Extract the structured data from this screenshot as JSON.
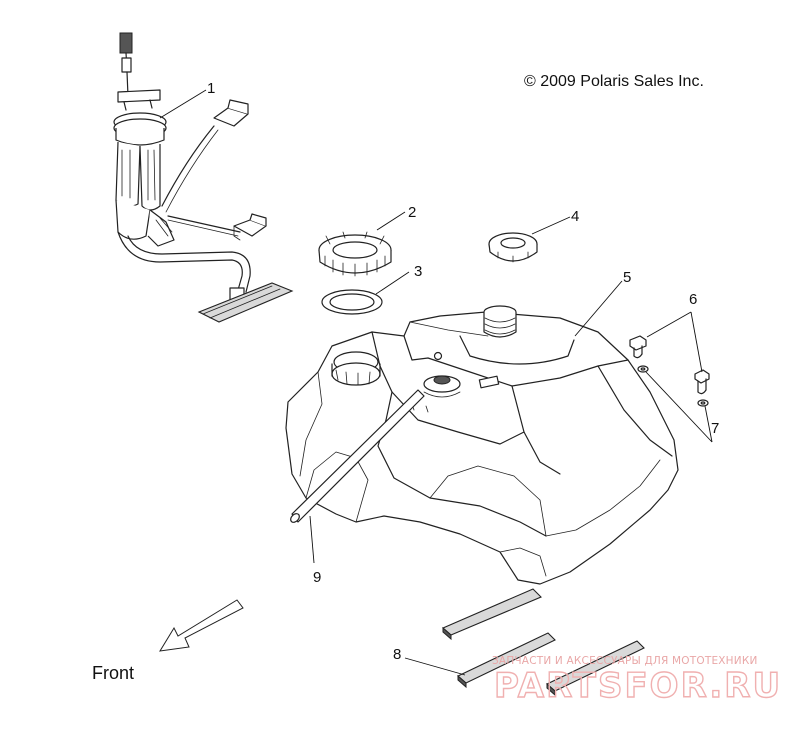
{
  "copyright": "© 2009 Polaris Sales Inc.",
  "front_label": "Front",
  "callouts": {
    "c1": "1",
    "c2": "2",
    "c3": "3",
    "c4": "4",
    "c5": "5",
    "c6": "6",
    "c7": "7",
    "c8": "8",
    "c9": "9"
  },
  "watermark": {
    "tagline": "ЗАПЧАСТИ И АКСЕССУАРЫ ДЛЯ МОТОТЕХНИКИ",
    "brand": "PARTSFOR.RU"
  },
  "colors": {
    "line": "#222222",
    "watermark": "#f0b0b0"
  }
}
